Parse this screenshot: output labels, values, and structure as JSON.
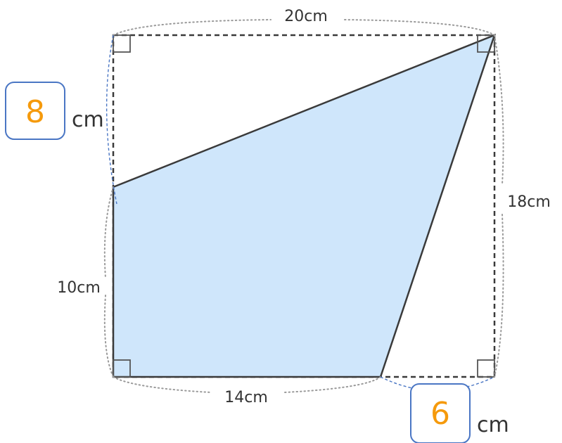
{
  "colors": {
    "shape_fill": "#cfe6fb",
    "shape_stroke": "#3a3a3a",
    "answer_box": "#4a76c4",
    "answer_text": "#f59a0c"
  },
  "labels": {
    "top_width": "20cm",
    "right_height": "18cm",
    "left_lower": "10cm",
    "bottom_width": "14cm"
  },
  "answers": {
    "left_upper": {
      "value": "8",
      "unit": "cm"
    },
    "bottom_right": {
      "value": "6",
      "unit": "cm"
    }
  }
}
